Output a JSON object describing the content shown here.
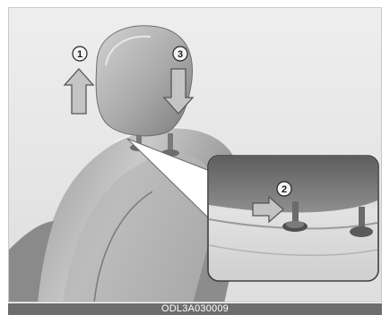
{
  "figure": {
    "steps": [
      {
        "number": "1",
        "meaning": "raise"
      },
      {
        "number": "3",
        "meaning": "lower"
      },
      {
        "number": "2",
        "meaning": "press release button"
      }
    ],
    "icons": {
      "up": "up-arrow-icon",
      "down": "down-arrow-icon",
      "press": "right-arrow-icon"
    },
    "colors": {
      "background": "#e9e9e9",
      "seat_light": "#cfcfcf",
      "seat_dark": "#8e8e8e",
      "arrow_fill": "#c4c4c4",
      "arrow_stroke": "#555555",
      "caption_bar": "#6d6d6d"
    },
    "code": "ODL3A030009"
  }
}
